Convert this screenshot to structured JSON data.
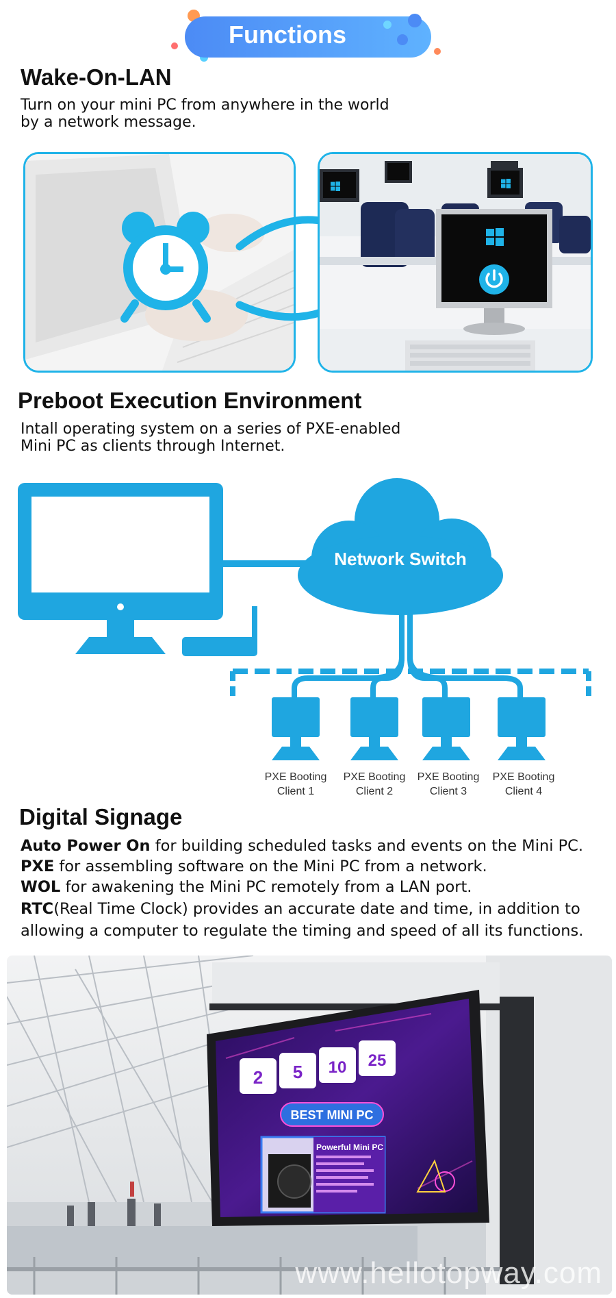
{
  "banner": {
    "title": "Functions"
  },
  "wol": {
    "title": "Wake-On-LAN",
    "desc_line1": "Turn on your mini PC from anywhere in the world",
    "desc_line2": "by a network message."
  },
  "pxe": {
    "title": "Preboot Execution Environment",
    "desc_line1": "Intall operating system on a series of PXE-enabled",
    "desc_line2": "Mini PC as clients through Internet.",
    "switch_label": "Network Switch",
    "clients": [
      {
        "line1": "PXE Booting",
        "line2": "Client 1"
      },
      {
        "line1": "PXE Booting",
        "line2": "Client 2"
      },
      {
        "line1": "PXE Booting",
        "line2": "Client 3"
      },
      {
        "line1": "PXE Booting",
        "line2": "Client 4"
      }
    ]
  },
  "signage": {
    "title": "Digital Signage",
    "items": [
      {
        "bold": "Auto Power On",
        "rest": " for building scheduled tasks and events on the Mini PC."
      },
      {
        "bold": "PXE",
        "rest": " for assembling software on the Mini PC from a network."
      },
      {
        "bold": "WOL",
        "rest": " for awakening the Mini PC remotely from a LAN port."
      },
      {
        "bold": "RTC",
        "rest": "(Real Time Clock) provides an accurate date and time, in addition to"
      }
    ],
    "last_line": "allowing a computer to regulate the timing and speed of all its functions.",
    "screen": {
      "prices": [
        "2",
        "5",
        "10",
        "25"
      ],
      "badge": "BEST MINI PC",
      "product_title": "Powerful Mini PC"
    },
    "watermark": "www.hellotopway.com"
  },
  "colors": {
    "accent": "#1fb3e8",
    "banner": "#4c8bf5",
    "signage_bg": "#3a1466"
  }
}
